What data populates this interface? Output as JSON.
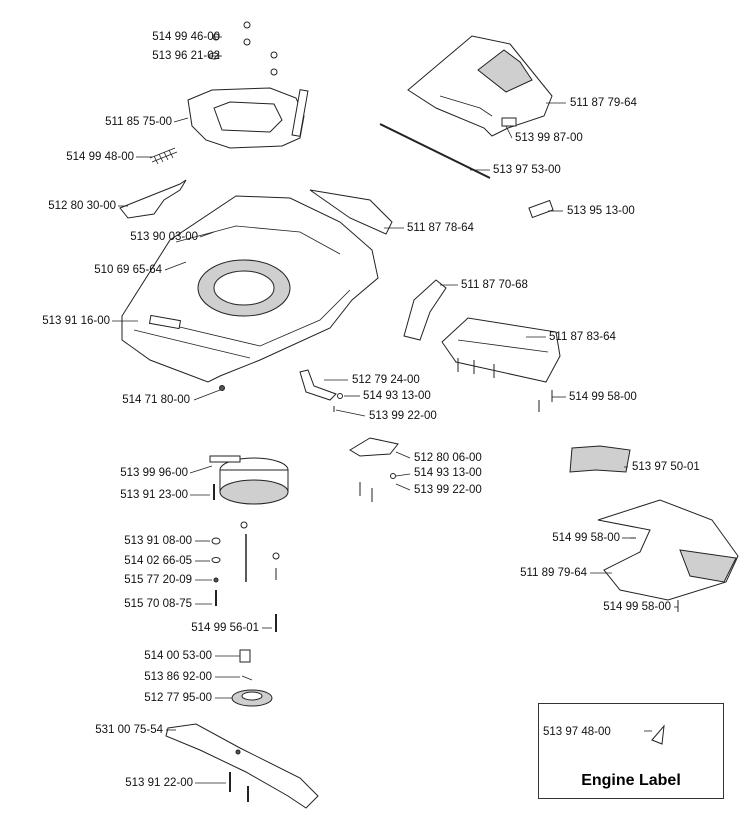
{
  "parts": [
    {
      "num": "514 99 46-00"
    },
    {
      "num": "513 96 21-02"
    },
    {
      "num": "511 85 75-00"
    },
    {
      "num": "514 99 48-00"
    },
    {
      "num": "512 80 30-00"
    },
    {
      "num": "513 90 03-00"
    },
    {
      "num": "510 69 65-64"
    },
    {
      "num": "513 91 16-00"
    },
    {
      "num": "514 71 80-00"
    },
    {
      "num": "511 87 79-64"
    },
    {
      "num": "513 99 87-00"
    },
    {
      "num": "513 97 53-00"
    },
    {
      "num": "513 95 13-00"
    },
    {
      "num": "511 87 78-64"
    },
    {
      "num": "511 87 70-68"
    },
    {
      "num": "511 87 83-64"
    },
    {
      "num": "514 99 58-00"
    },
    {
      "num": "512 79 24-00"
    },
    {
      "num": "514 93 13-00"
    },
    {
      "num": "513 99 22-00"
    },
    {
      "num": "512 80 06-00"
    },
    {
      "num": "514 93 13-00"
    },
    {
      "num": "513 99 22-00"
    },
    {
      "num": "513 97 50-01"
    },
    {
      "num": "513 99 96-00"
    },
    {
      "num": "513 91 23-00"
    },
    {
      "num": "513 91 08-00"
    },
    {
      "num": "514 02 66-05"
    },
    {
      "num": "515 77 20-09"
    },
    {
      "num": "515 70 08-75"
    },
    {
      "num": "514 99 56-01"
    },
    {
      "num": "514 99 58-00"
    },
    {
      "num": "511 89 79-64"
    },
    {
      "num": "514 99 58-00"
    },
    {
      "num": "514 00 53-00"
    },
    {
      "num": "513 86 92-00"
    },
    {
      "num": "512 77 95-00"
    },
    {
      "num": "531 00 75-54"
    },
    {
      "num": "513 91 22-00"
    }
  ],
  "engine_label_box": {
    "part_num": "513 97 48-00",
    "title": "Engine Label"
  }
}
